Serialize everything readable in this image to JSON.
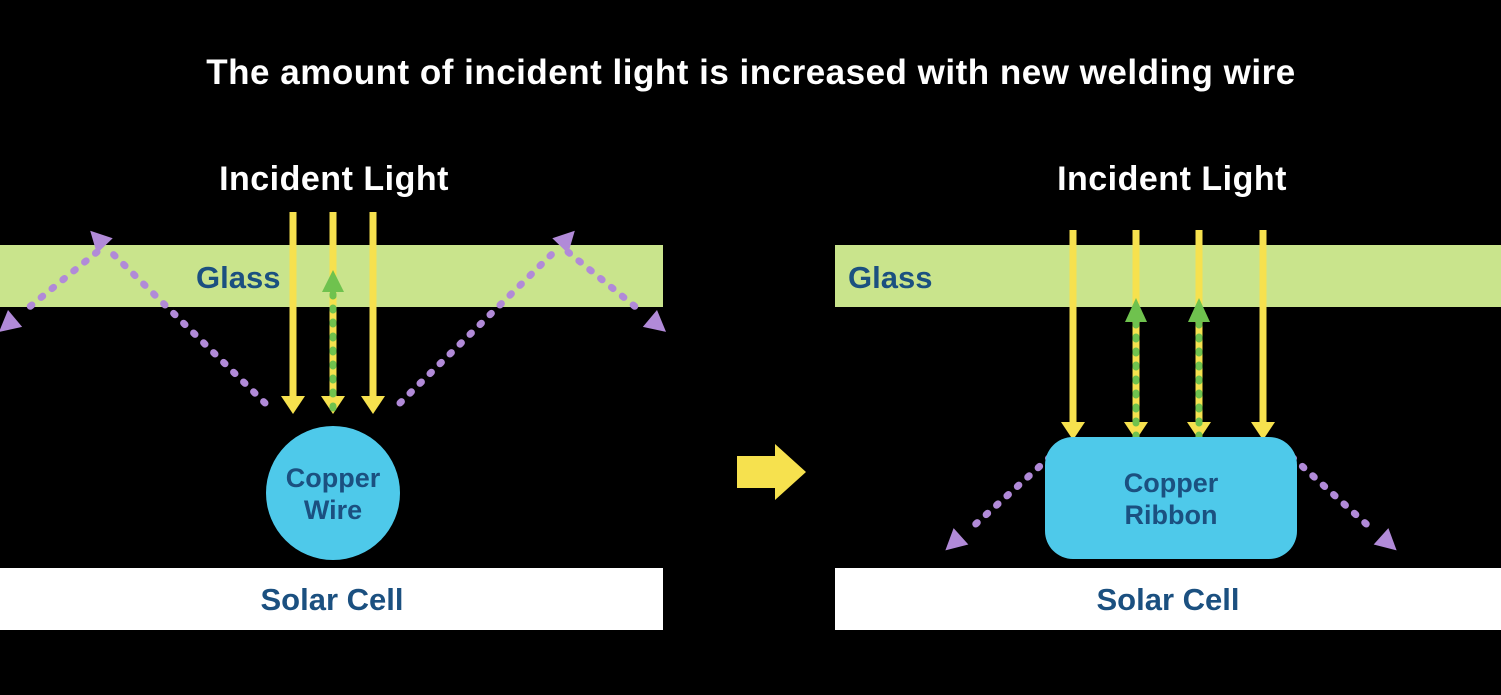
{
  "title": "The amount of incident light is increased with new welding wire",
  "colors": {
    "background": "#000000",
    "glass_green": "#c9e48c",
    "incident_yellow": "#f6e14e",
    "reflected_green": "#6fc24e",
    "scattered_purple": "#b18ad8",
    "copper_cyan": "#4ec9ea",
    "label_navy": "#1b5080",
    "label_white": "#ffffff",
    "solar_cell_white": "#ffffff"
  },
  "icons": {
    "transition": "arrow-right-icon",
    "incident_ray": "down-arrow-yellow",
    "reflected_ray": "up-dashed-arrow-green",
    "scattered_ray": "dashed-arrow-purple"
  },
  "left_panel": {
    "incident_light_label": "Incident Light",
    "glass_label": "Glass",
    "copper_label_line1": "Copper",
    "copper_label_line2": "Wire",
    "solar_cell_label": "Solar Cell"
  },
  "right_panel": {
    "incident_light_label": "Incident Light",
    "glass_label": "Glass",
    "copper_label_line1": "Copper",
    "copper_label_line2": "Ribbon",
    "solar_cell_label": "Solar Cell"
  }
}
